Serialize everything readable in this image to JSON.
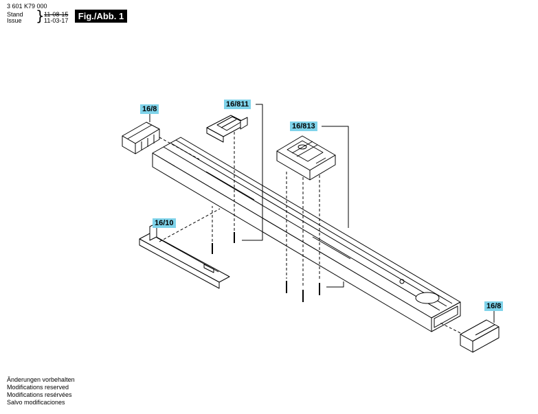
{
  "header": {
    "part_number": "3 601 K79 000",
    "stand_label": "Stand",
    "issue_label": "Issue",
    "old_date": "11-08-15",
    "new_date": "11-03-17",
    "figure_label": "Fig./Abb. 1"
  },
  "callouts": {
    "end_cap_left": "16/8",
    "end_cap_right": "16/8",
    "clamp_small": "16/811",
    "clamp_large": "16/813",
    "side_rail": "16/10"
  },
  "notes": [
    "Änderungen vorbehalten",
    "Modifications reserved",
    "Modifications resérvées",
    "Salvo modificaciones"
  ]
}
